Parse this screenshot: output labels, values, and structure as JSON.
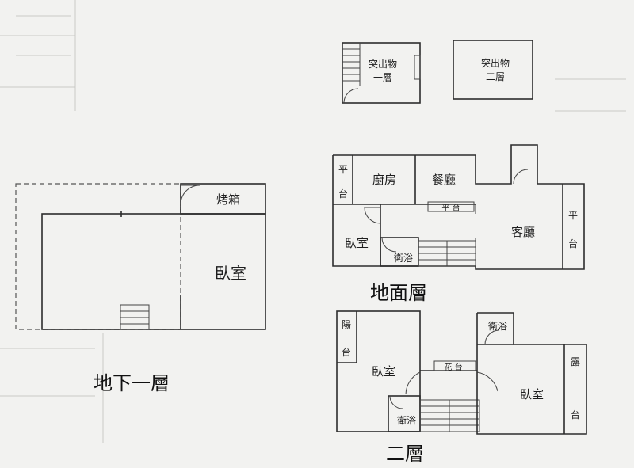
{
  "basement": {
    "title": "地下一層",
    "oven": "烤箱",
    "bedroom": "臥室"
  },
  "projection": {
    "first_floor_label": "突出物",
    "first_floor_sub": "一層",
    "second_floor_label": "突出物",
    "second_floor_sub": "二層"
  },
  "ground": {
    "title": "地面層",
    "kitchen": "廚房",
    "dining": "餐廳",
    "living": "客廳",
    "bedroom": "臥室",
    "bathroom": "衛浴",
    "balcony_left_top": "平",
    "balcony_left_bottom": "台",
    "balcony_mid": "平 台",
    "balcony_right_top": "平",
    "balcony_right_bottom": "台"
  },
  "second": {
    "title": "二層",
    "bedroom_left": "臥室",
    "bedroom_right": "臥室",
    "bathroom_bottom": "衛浴",
    "bathroom_top": "衛浴",
    "yang": "陽",
    "tai_left": "台",
    "flower_bed": "花 台",
    "lu": "露",
    "tai_right": "台"
  }
}
